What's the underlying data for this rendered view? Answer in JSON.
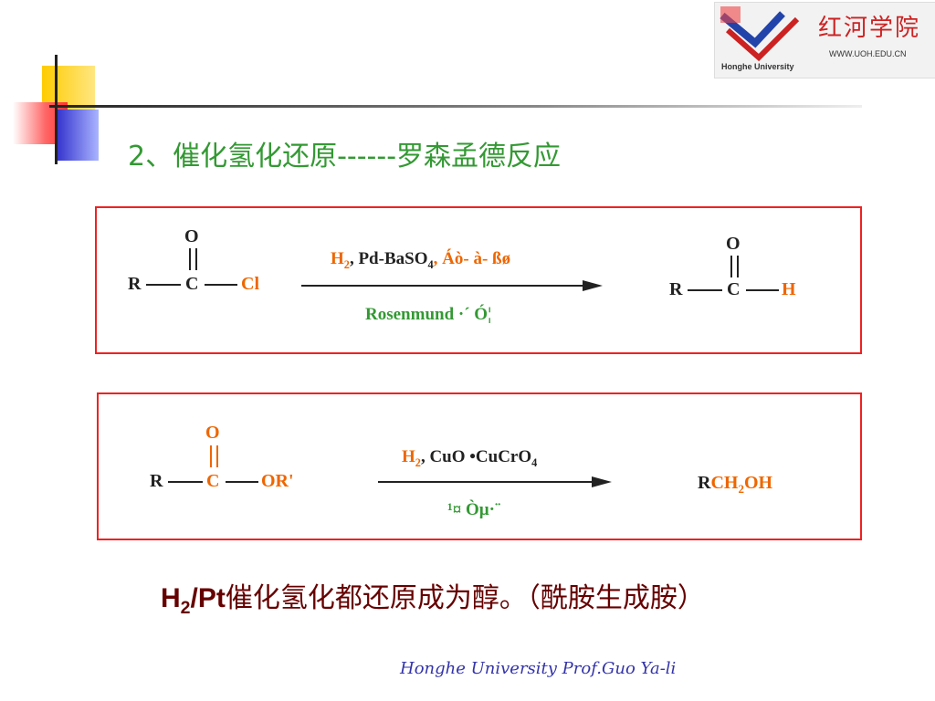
{
  "slide": {
    "title": "2、催化氢化还原------罗森孟德反应",
    "logo": {
      "cn": "红河学院",
      "url": "WWW.UOH.EDU.CN",
      "en": "Honghe University"
    },
    "footer": "Honghe University  Prof.Guo Ya-li"
  },
  "reaction1": {
    "reactant": {
      "R": "R",
      "C": "C",
      "O": "O",
      "X": "Cl"
    },
    "conditions_top": {
      "h": "H",
      "h_sub": "2",
      "reagent": ", Pd-BaSO",
      "reagent_sub": "4",
      "extra": ",  Áò- à- ßø"
    },
    "conditions_bottom": "Rosenmund ·´ Ó¦",
    "product": {
      "R": "R",
      "C": "C",
      "O": "O",
      "X": "H"
    }
  },
  "reaction2": {
    "reactant": {
      "R": "R",
      "C": "C",
      "O": "O",
      "X": "OR'"
    },
    "conditions_top": {
      "h": "H",
      "h_sub": "2",
      "reagent": ", CuO •CuCrO",
      "reagent_sub": "4"
    },
    "conditions_bottom": "¹¤ Òµ·¨",
    "product": {
      "p1": "R",
      "p2": "CH",
      "p2_sub": "2",
      "p3": "OH"
    }
  },
  "note": {
    "formula": "H",
    "formula_sub": "2",
    "formula_rest": "/Pt",
    "text": "催化氢化都还原成为醇。（酰胺生成胺）"
  },
  "colors": {
    "title": "#339933",
    "box_border": "#ee2222",
    "highlight": "#ee6600",
    "bottom_condition": "#339933"
  }
}
